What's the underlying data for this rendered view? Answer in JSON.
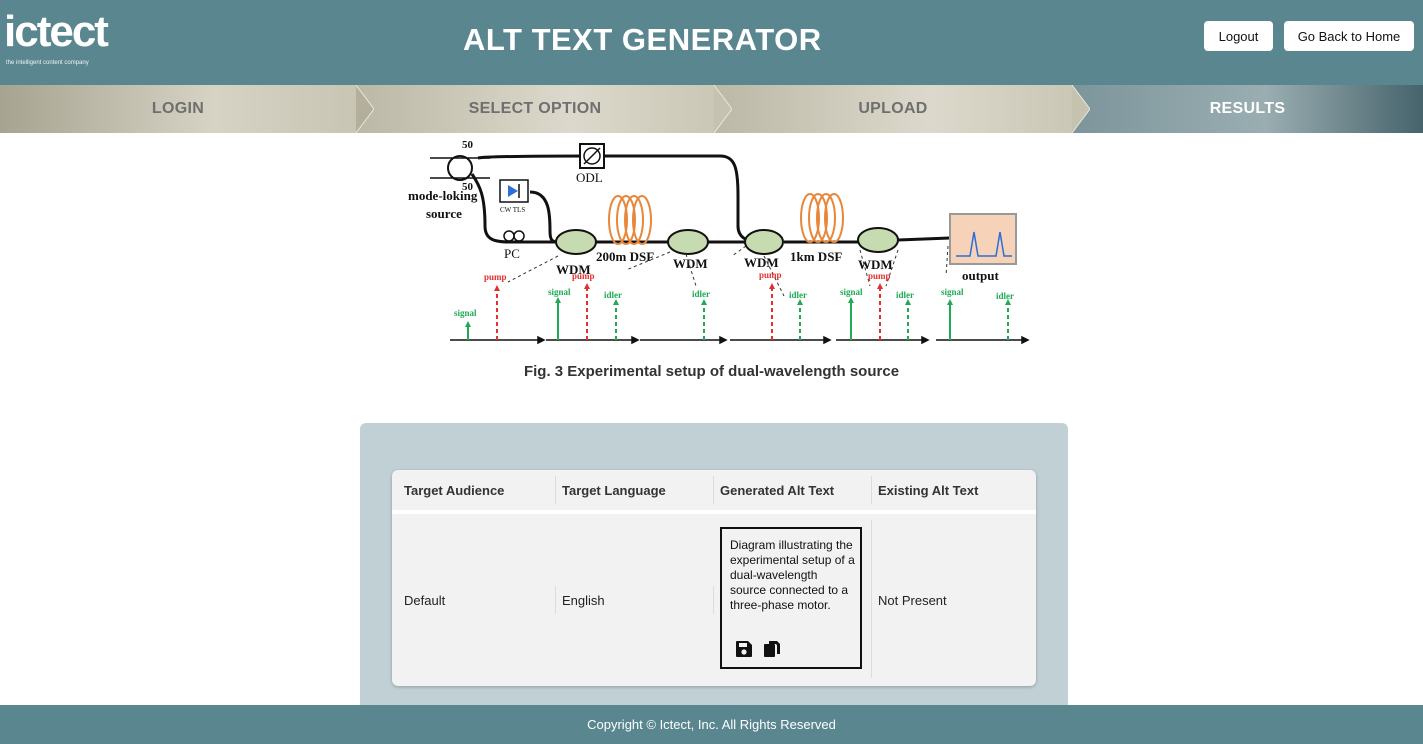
{
  "header": {
    "logo_text": "ictect",
    "logo_tagline": "the intelligent content company",
    "title": "ALT TEXT GENERATOR",
    "logout_label": "Logout",
    "home_label": "Go Back to Home"
  },
  "steps": [
    {
      "label": "LOGIN",
      "active": false
    },
    {
      "label": "SELECT OPTION",
      "active": false
    },
    {
      "label": "UPLOAD",
      "active": false
    },
    {
      "label": "RESULTS",
      "active": true
    }
  ],
  "figure": {
    "caption": "Fig. 3 Experimental setup of dual-wavelength source",
    "labels": {
      "fifty_top": "50",
      "fifty_bottom": "50",
      "odl": "ODL",
      "mode_locking": "mode-loking",
      "source": "source",
      "cw_tls": "CW TLS",
      "pc": "PC",
      "wdm": "WDM",
      "dsf_200": "200m DSF",
      "dsf_1km": "1km DSF",
      "output": "output",
      "pump": "pump",
      "signal": "signal",
      "idler": "idler"
    }
  },
  "table": {
    "headers": [
      "Target Audience",
      "Target Language",
      "Generated Alt Text",
      "Existing Alt Text"
    ],
    "row": {
      "audience": "Default",
      "language": "English",
      "alt_text": "Diagram illustrating the experimental setup of a dual-wavelength source connected to a three-phase motor.",
      "existing": "Not Present"
    }
  },
  "icons": {
    "save": "save-icon",
    "copy": "copy-icon"
  },
  "colors": {
    "header_bg": "#5a8690",
    "panel_bg": "#c1d0d5",
    "pump_red": "#e03030",
    "signal_green": "#1faa55",
    "coil_orange": "#e8873a"
  },
  "footer": {
    "copyright": "Copyright © Ictect, Inc. All Rights Reserved"
  }
}
